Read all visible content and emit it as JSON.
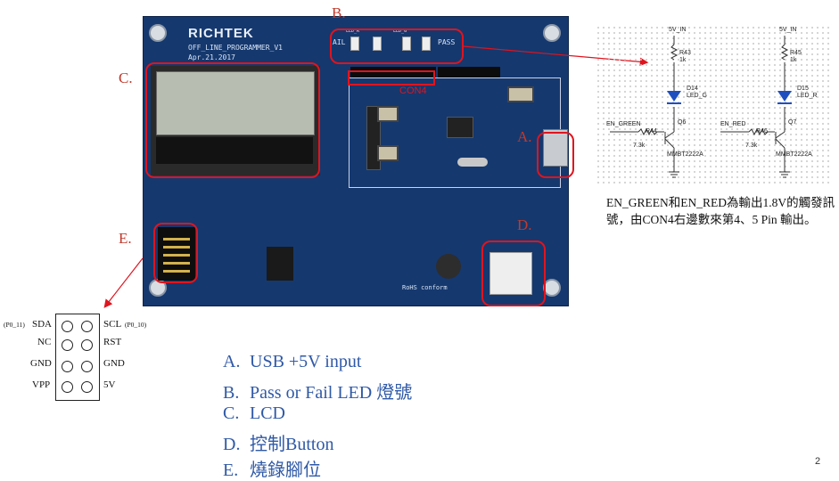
{
  "board": {
    "brand": "RICHTEK",
    "model": "OFF_LINE_PROGRAMMER_V1",
    "date": "Apr.21.2017",
    "led_fail": "AIL",
    "led_pass": "PASS",
    "con4_label": "CON4",
    "rohs": "RoHS conform",
    "led_r": "LED_R",
    "led_g": "LED_G"
  },
  "markers": {
    "a": "A.",
    "b": "B.",
    "c": "C.",
    "d": "D.",
    "e": "E."
  },
  "pinout": {
    "rows": [
      {
        "left": "SDA",
        "left_note": "(P0_11)",
        "right": "SCL",
        "right_note": "(P0_10)"
      },
      {
        "left": "NC",
        "left_note": "",
        "right": "RST",
        "right_note": ""
      },
      {
        "left": "GND",
        "left_note": "",
        "right": "GND",
        "right_note": ""
      },
      {
        "left": "VPP",
        "left_note": "",
        "right": "5V",
        "right_note": ""
      }
    ]
  },
  "legend": [
    {
      "letter": "A.",
      "text": "USB +5V input"
    },
    {
      "letter": "B.",
      "text": "Pass or Fail LED 燈號"
    },
    {
      "letter": "C.",
      "text": "LCD"
    },
    {
      "letter": "D.",
      "text": "控制Button"
    },
    {
      "letter": "E.",
      "text": "燒錄腳位"
    }
  ],
  "schematic": {
    "left": {
      "supply": "5V_IN",
      "res": "R43",
      "res_val": "1k",
      "led": "D14",
      "led_name": "LED_G",
      "q": "Q6",
      "net": "EN_GREEN",
      "rb": "R44",
      "rb_val": "7.3k",
      "part": "MMBT2222A"
    },
    "right": {
      "supply": "5V_IN",
      "res": "R45",
      "res_val": "1k",
      "led": "D15",
      "led_name": "LED_R",
      "q": "Q7",
      "net": "EN_RED",
      "rb": "R46",
      "rb_val": "7.3k",
      "part": "MMBT2222A"
    }
  },
  "note": "EN_GREEN和EN_RED為輸出1.8V的觸發訊號，由CON4右邊數來第4、5 Pin 輸出。",
  "page_number": "2",
  "colors": {
    "board": "#15386e",
    "highlight": "#e0141e",
    "legend_text": "#2f59a6"
  }
}
